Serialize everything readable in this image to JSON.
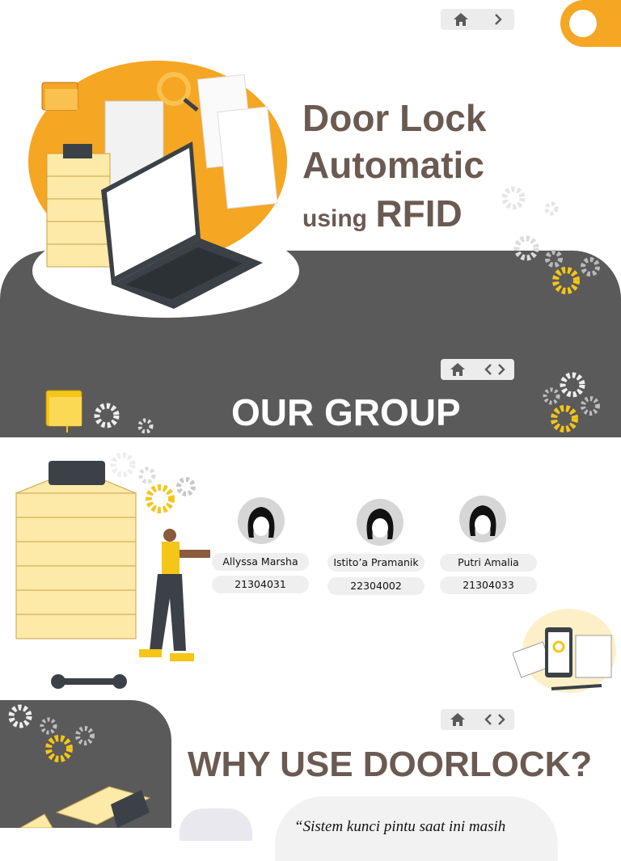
{
  "colors": {
    "accent": "#f5a623",
    "dark_band": "#5a5a5a",
    "title": "#6b5a52"
  },
  "slide1": {
    "title_line1": "Door Lock",
    "title_line2": "Automatic",
    "title_using": "using",
    "title_rfid": "RFID",
    "nav_icons": [
      "home-icon",
      "chevron-right-icon"
    ]
  },
  "slide2": {
    "heading": "OUR GROUP",
    "nav_icons": [
      "home-icon",
      "code-arrows-icon"
    ],
    "members": [
      {
        "name": "Allyssa Marsha",
        "id": "21304031"
      },
      {
        "name": "Istito’a Pramanik",
        "id": "22304002"
      },
      {
        "name": "Putri Amalia",
        "id": "21304033"
      }
    ]
  },
  "slide3": {
    "heading": "WHY USE DOORLOCK?",
    "quote_partial": "“Sistem kunci pintu saat ini masih",
    "nav_icons": [
      "home-icon",
      "code-arrows-icon"
    ]
  }
}
